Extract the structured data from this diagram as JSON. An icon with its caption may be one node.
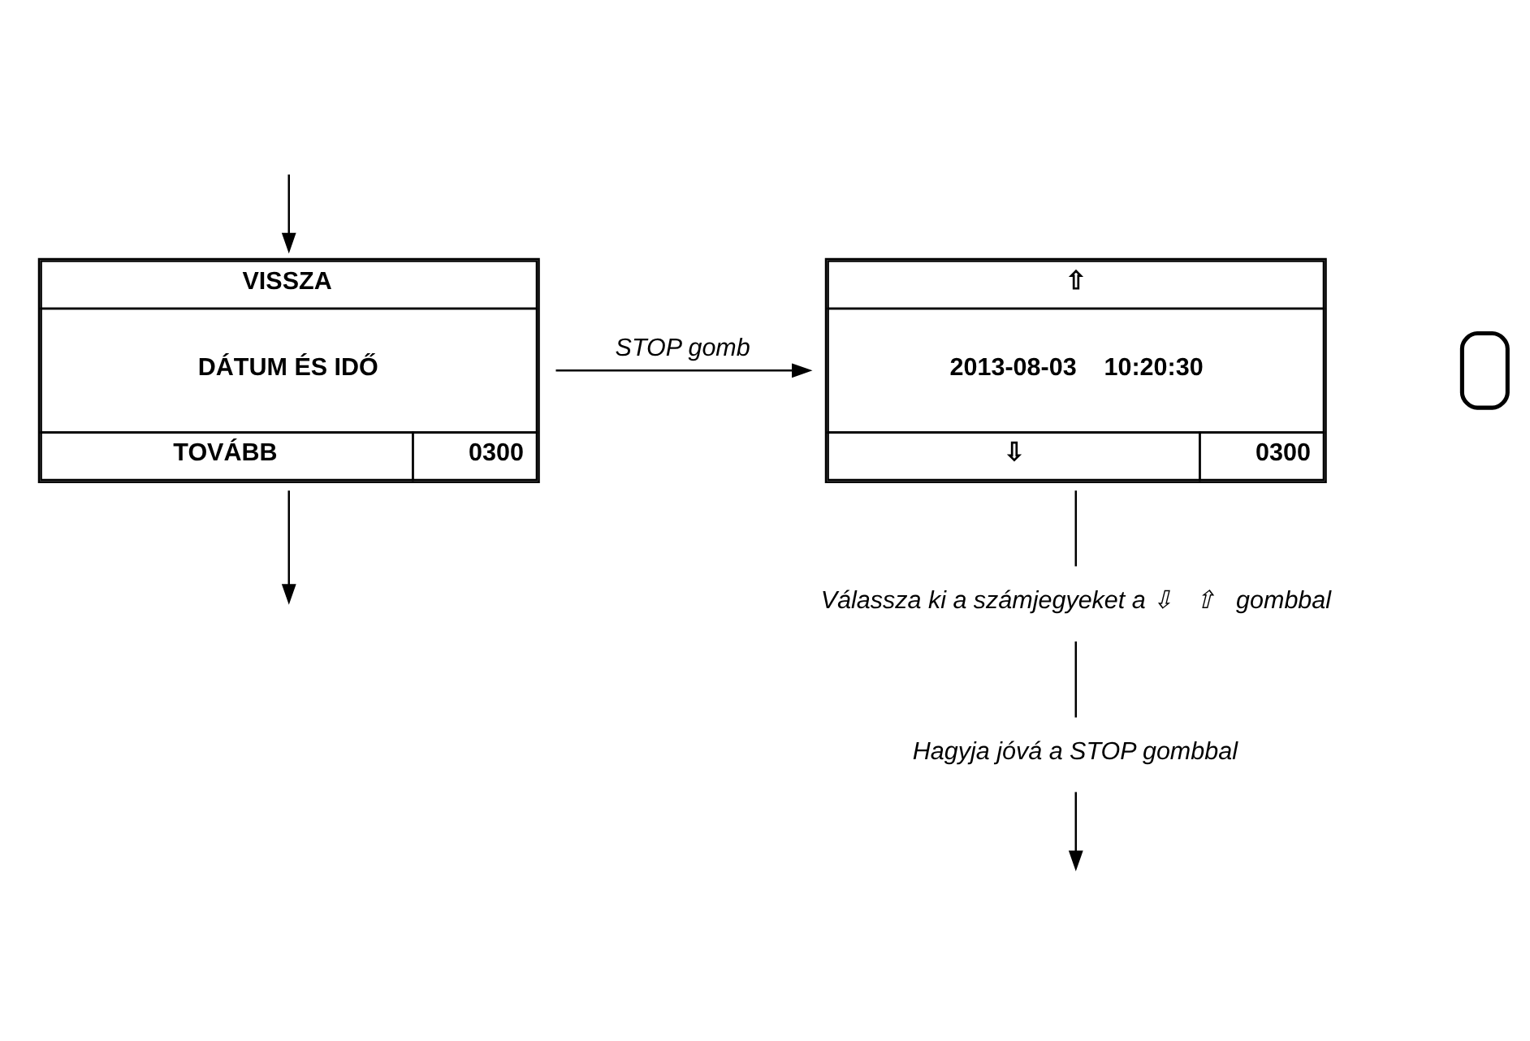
{
  "diagram": {
    "nodes": [
      {
        "text": [
          "VISSZA",
          "DÁTUM ÉS IDŐ",
          "TOVÁBB",
          "0300"
        ]
      },
      {
        "text": [
          "⇧",
          "2013-08-03    10:20:30",
          "⇩",
          "0300"
        ]
      },
      {
        "text": [
          "Válassza ki a számjegyeket a ⇩   ⇧   gombbal"
        ]
      },
      {
        "text": [
          "Hagyja jóvá a STOP gombbal"
        ]
      },
      {
        "text": [],
        "shape": "box"
      }
    ],
    "edges": [
      {
        "from": 0,
        "to": null,
        "arrow": "to"
      },
      {
        "from": 0,
        "to": 1,
        "label": "STOP gomb",
        "arrow": "to"
      },
      {
        "from": null,
        "to": 0,
        "arrow": "to"
      },
      {
        "from": 1,
        "to": 2,
        "arrow": "none"
      },
      {
        "from": 2,
        "to": 3,
        "arrow": "none"
      },
      {
        "from": 3,
        "to": null,
        "arrow": "to"
      }
    ]
  }
}
